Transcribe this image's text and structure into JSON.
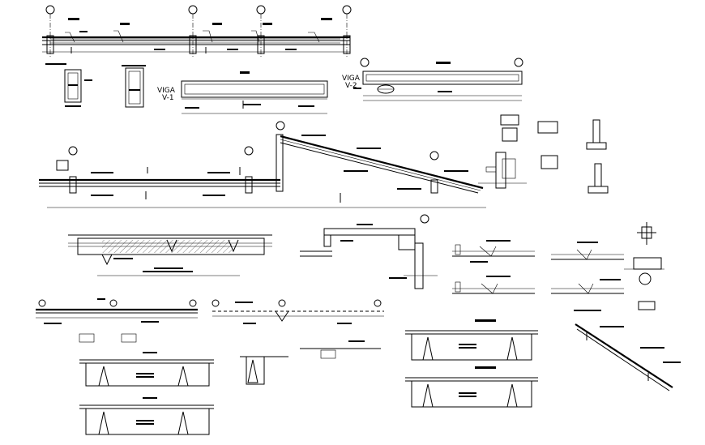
{
  "beam_labels": {
    "v1_word": "VIGA",
    "v1_code": "V-1",
    "v2_word": "VIGA",
    "v2_code": "V-2"
  }
}
